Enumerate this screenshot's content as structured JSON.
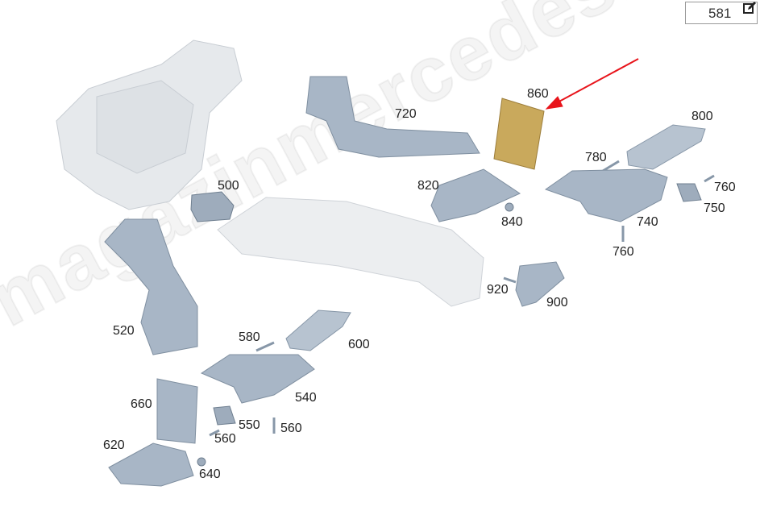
{
  "page_number": "581",
  "icons": {
    "edit": "edit-icon",
    "arrow": "red-arrow"
  },
  "colors": {
    "highlight": "#c9a95c",
    "part": "#a8b6c6",
    "ghost": "#e4e7ea",
    "arrow": "#e8141b"
  },
  "watermark": "magazinmercedes.ru",
  "callouts": {
    "p860": "860",
    "p720": "720",
    "p800": "800",
    "p780": "780",
    "p500": "500",
    "p820": "820",
    "p840": "840",
    "p760a": "760",
    "p750": "750",
    "p740": "740",
    "p760b": "760",
    "p920": "920",
    "p900": "900",
    "p520": "520",
    "p580": "580",
    "p600": "600",
    "p540": "540",
    "p660": "660",
    "p550": "550",
    "p560a": "560",
    "p560b": "560",
    "p620": "620",
    "p640": "640"
  }
}
